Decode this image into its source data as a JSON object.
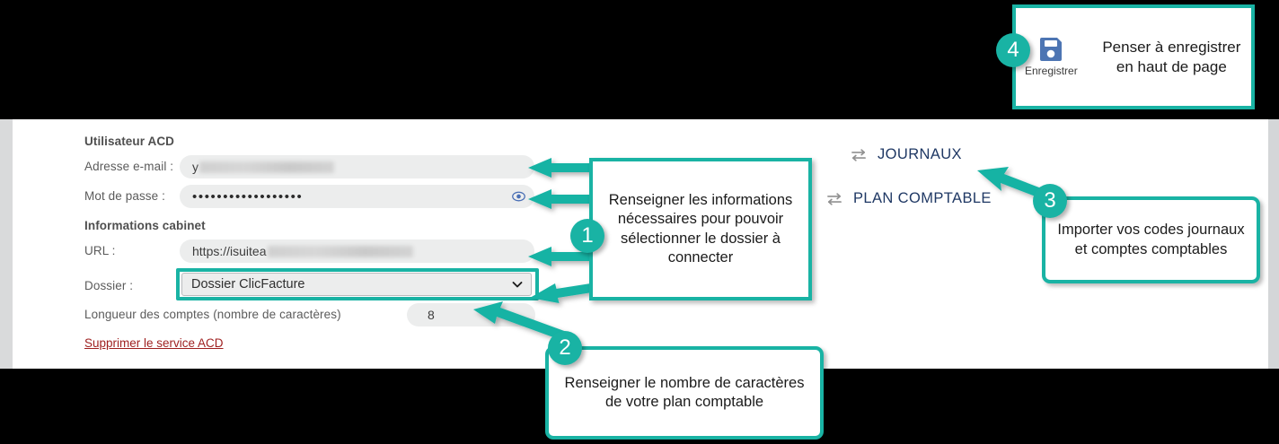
{
  "window": {
    "background_color": "#ffffff",
    "page_background_color": "#000000",
    "accent_color": "#19b3a4"
  },
  "form": {
    "section_user": "Utilisateur ACD",
    "section_cabinet": "Informations cabinet",
    "fields": {
      "email": {
        "label": "Adresse e-mail :",
        "value": "y",
        "redacted": true
      },
      "password": {
        "label": "Mot de passe :",
        "value": "••••••••••••••••••",
        "toggle_icon": "eye-icon"
      },
      "url": {
        "label": "URL :",
        "value": "https://isuitea",
        "redacted": true
      },
      "dossier": {
        "label": "Dossier :",
        "selected": "Dossier ClicFacture",
        "caret_icon": "chevron-down-icon"
      },
      "account_length": {
        "label": "Longueur des comptes (nombre de caractères)",
        "value": "8"
      }
    },
    "delete_link": "Supprimer le service ACD"
  },
  "actions": [
    {
      "label": "JOURNAUX",
      "icon": "exchange-icon"
    },
    {
      "label": "PLAN COMPTABLE",
      "icon": "exchange-icon"
    }
  ],
  "save_widget": {
    "icon": "floppy-save-icon",
    "label": "Enregistrer",
    "icon_color": "#4d75b3"
  },
  "annotations": [
    {
      "number": "1",
      "text": "Renseigner les informations nécessaires pour pouvoir sélectionner le dossier à connecter"
    },
    {
      "number": "2",
      "text": "Renseigner le nombre de caractères de votre plan comptable"
    },
    {
      "number": "3",
      "text": "Importer vos codes journaux et comptes comptables"
    },
    {
      "number": "4",
      "text": "Penser à enregistrer en haut de page"
    }
  ]
}
